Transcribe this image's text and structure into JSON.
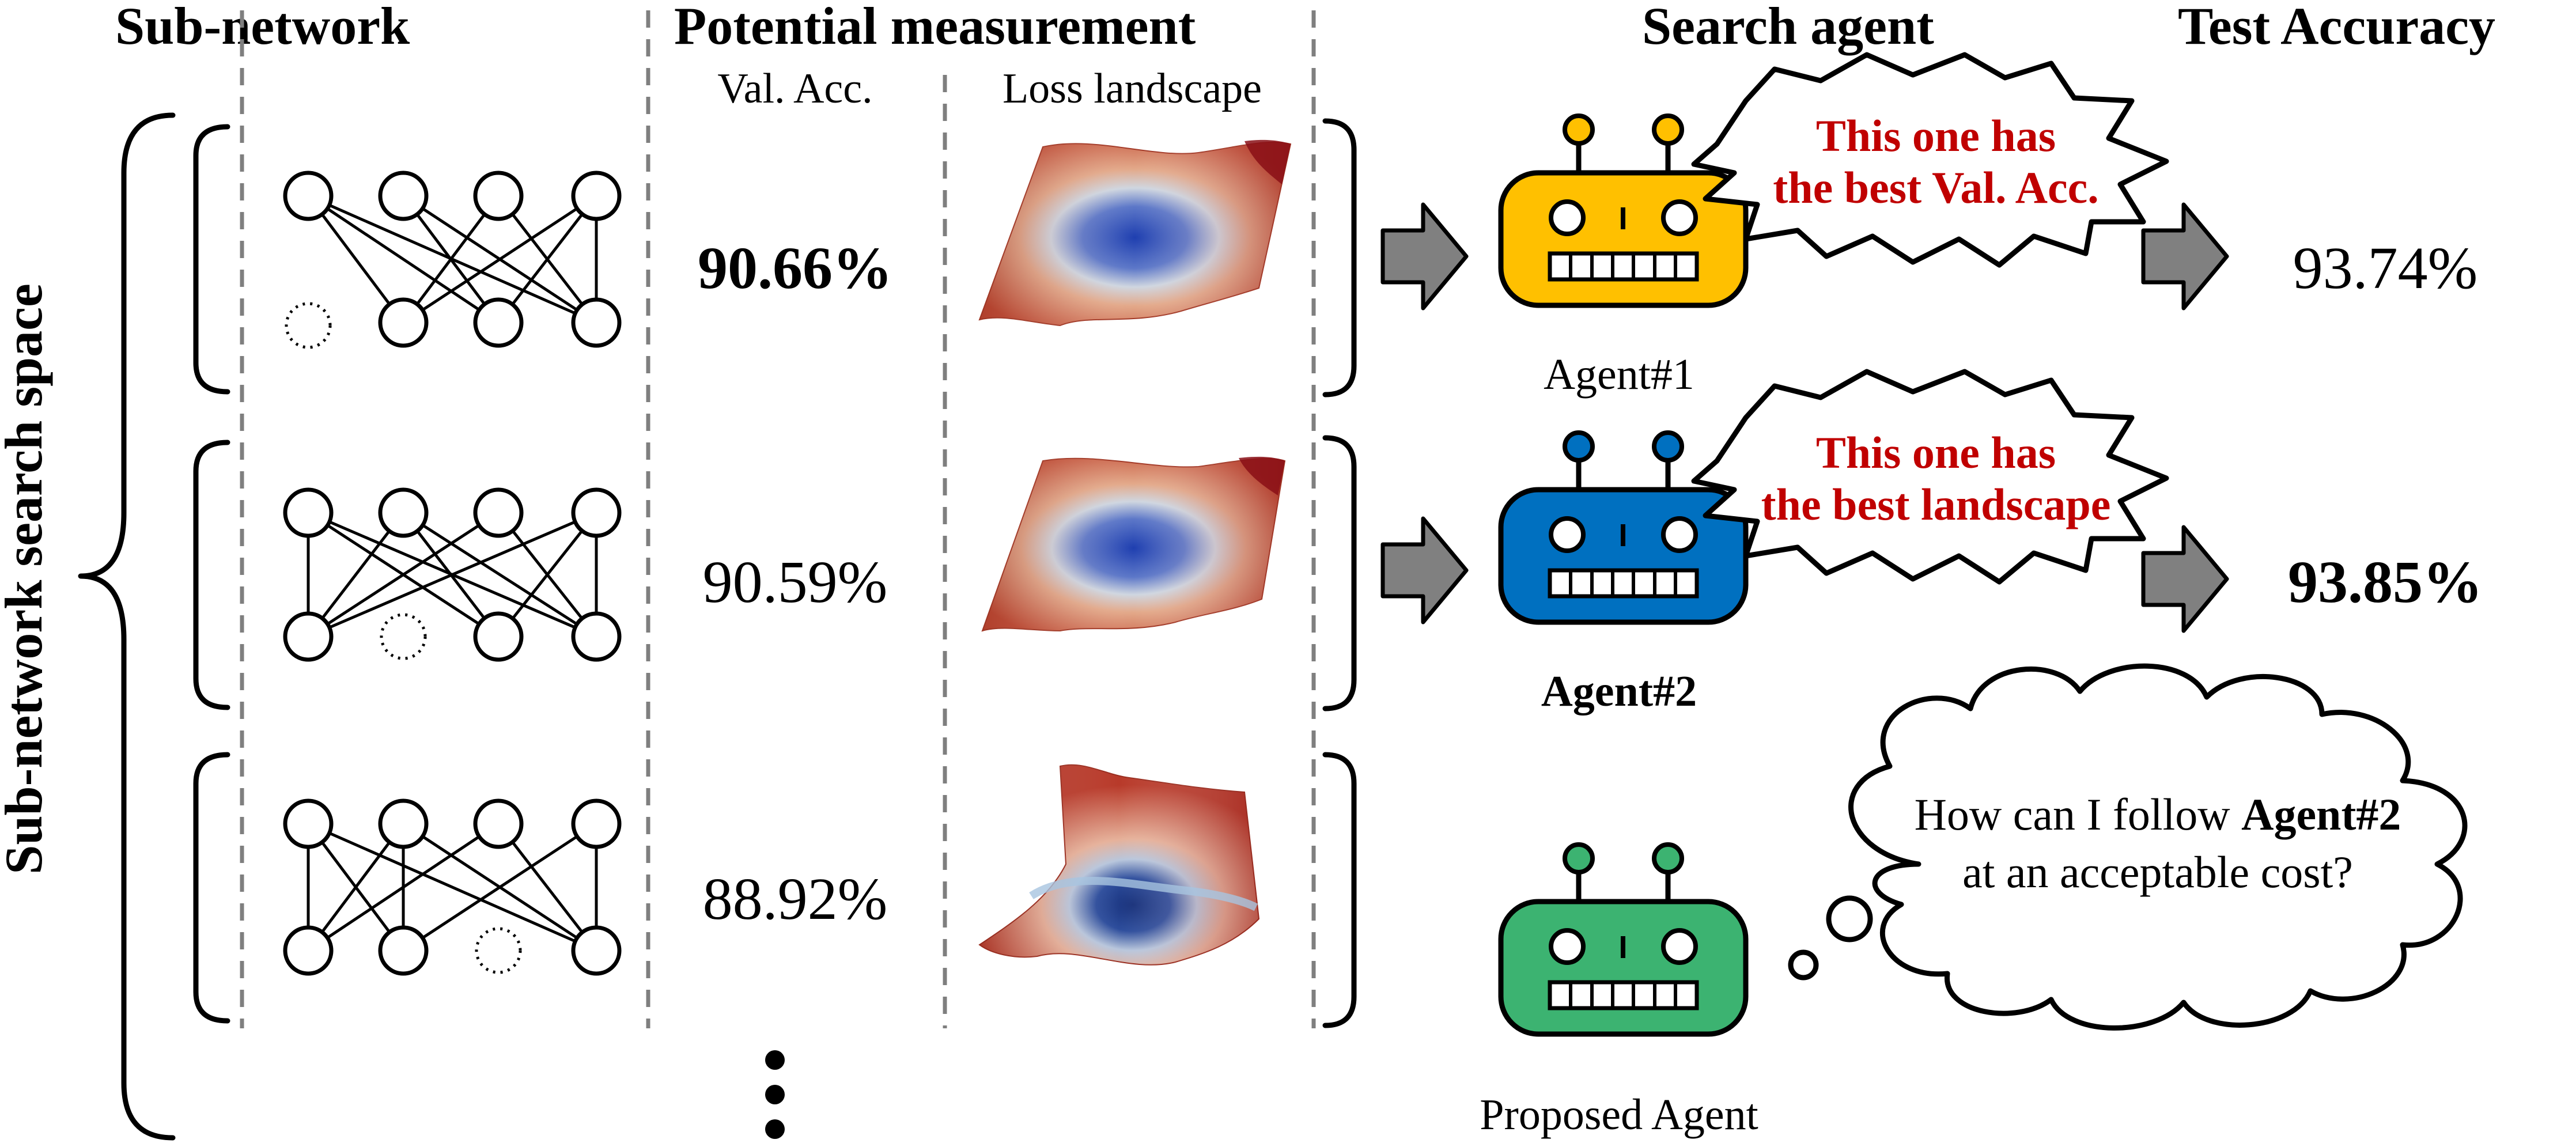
{
  "headers": {
    "subnetwork": "Sub-network",
    "potential": "Potential measurement",
    "search_agent": "Search agent",
    "test_accuracy": "Test Accuracy"
  },
  "subheaders": {
    "val_acc": "Val. Acc.",
    "loss_landscape": "Loss landscape"
  },
  "side_label": "Sub-network search space",
  "rows": [
    {
      "val_acc": "90.66%",
      "val_acc_bold": true,
      "test_acc": "93.74%",
      "test_acc_bold": false
    },
    {
      "val_acc": "90.59%",
      "val_acc_bold": false,
      "test_acc": "93.85%",
      "test_acc_bold": true
    },
    {
      "val_acc": "88.92%",
      "val_acc_bold": false
    }
  ],
  "agents": [
    {
      "label": "Agent#1",
      "bold": false,
      "color": "#FFC000",
      "speech": [
        "This one has",
        "the best Val. Acc."
      ]
    },
    {
      "label": "Agent#2",
      "bold": true,
      "color": "#0070C0",
      "speech": [
        "This one has",
        "the best landscape"
      ]
    },
    {
      "label": "Proposed Agent",
      "bold": false,
      "color": "#3CB371"
    }
  ],
  "thought": {
    "line1_prefix": "How can I follow ",
    "line1_bold": "Agent#2",
    "line2": "at an acceptable cost?"
  },
  "colors": {
    "divider": "#7F7F7F",
    "arrow": "#808080",
    "speech_text": "#C00000",
    "surface_low": "#1F3FA0",
    "surface_mid": "#D9D2C8",
    "surface_high": "#C0503A"
  }
}
